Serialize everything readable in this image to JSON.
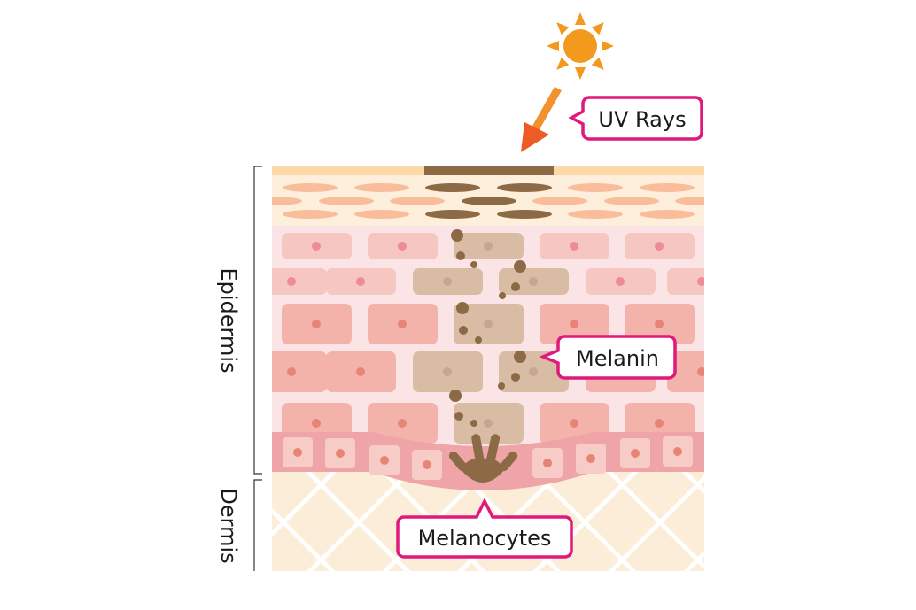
{
  "labels": {
    "uv_rays": "UV Rays",
    "melanin": "Melanin",
    "melanocytes": "Melanocytes",
    "epidermis": "Epidermis",
    "dermis": "Dermis"
  },
  "colors": {
    "callout_border": "#e0197d",
    "melanin_brown": "#8b6a45",
    "sun": "#f39a1e",
    "arrow": "#ef6a24",
    "stratum_corneum": "#fdefdc",
    "keratinocyte": "#f5c3bd",
    "basal_layer": "#efa4a7",
    "dermis": "#fcedd8"
  }
}
